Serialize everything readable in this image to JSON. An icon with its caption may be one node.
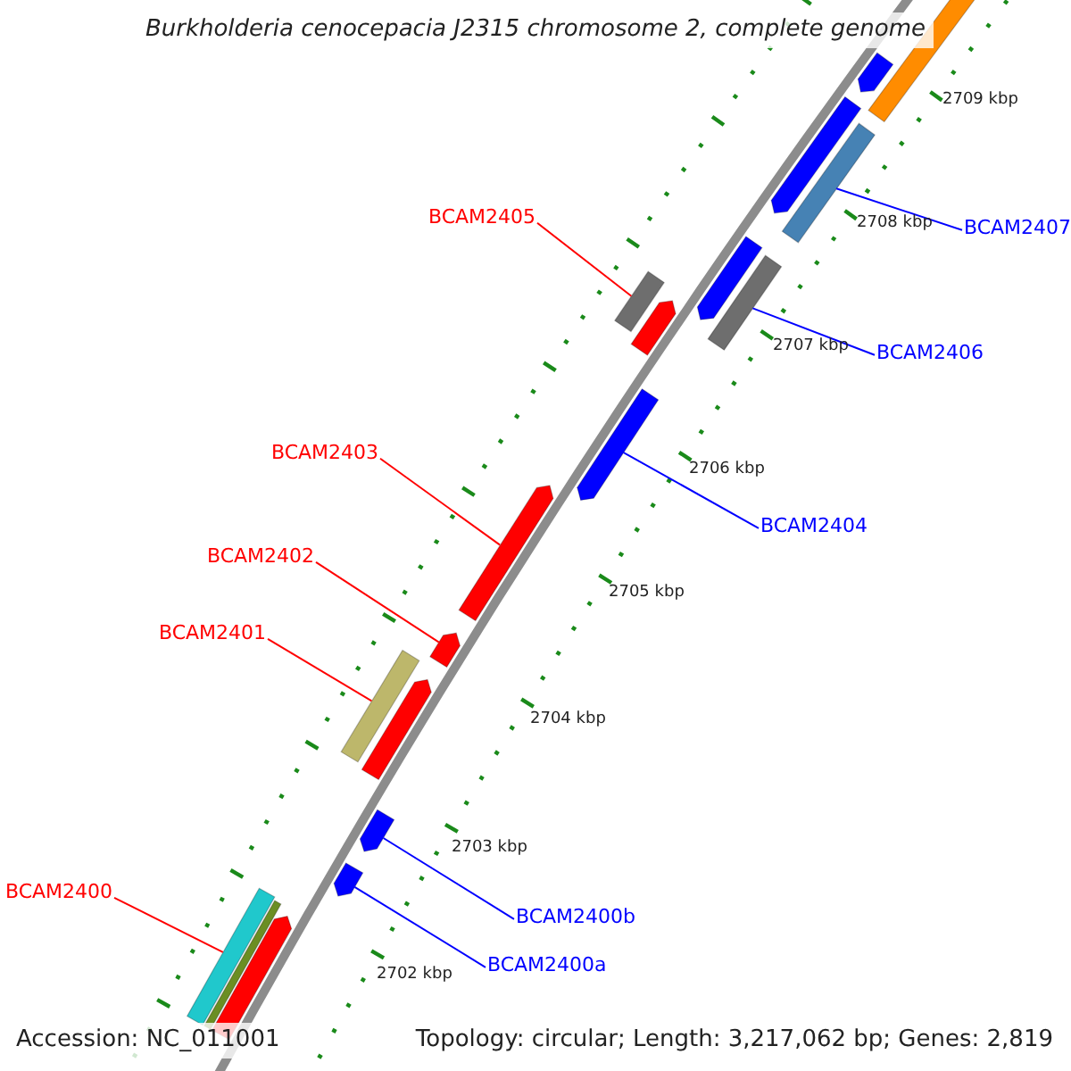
{
  "diagram": {
    "title": "Burkholderia cenocepacia J2315 chromosome 2, complete genome",
    "nodes": [
      {
        "text": [
          "BCAM2405"
        ]
      },
      {
        "text": [
          "BCAM2407"
        ]
      },
      {
        "text": [
          "BCAM2406"
        ]
      },
      {
        "text": [
          "BCAM2403"
        ]
      },
      {
        "text": [
          "BCAM2404"
        ]
      },
      {
        "text": [
          "BCAM2402"
        ]
      },
      {
        "text": [
          "BCAM2401"
        ]
      },
      {
        "text": [
          "BCAM2400"
        ]
      },
      {
        "text": [
          "BCAM2400b"
        ]
      },
      {
        "text": [
          "BCAM2400a"
        ]
      },
      {
        "text": [],
        "shape": "bar"
      },
      {
        "text": [],
        "shape": "bar"
      },
      {
        "text": [],
        "shape": "bar"
      },
      {
        "text": [],
        "shape": "bar"
      },
      {
        "text": [],
        "shape": "bar"
      },
      {
        "text": [],
        "shape": "bar"
      },
      {
        "text": [],
        "shape": "bar"
      },
      {
        "text": [],
        "shape": "bar"
      },
      {
        "text": [],
        "shape": "bar"
      },
      {
        "text": [],
        "shape": "bar"
      },
      {
        "text": [],
        "shape": "bar"
      },
      {
        "text": [],
        "shape": "bar"
      },
      {
        "text": [],
        "shape": "bar"
      },
      {
        "text": [],
        "shape": "bar"
      },
      {
        "text": [],
        "shape": "bar"
      },
      {
        "text": [],
        "shape": "bar"
      },
      {
        "text": [],
        "shape": "bar"
      },
      {
        "text": [],
        "shape": "bar"
      }
    ],
    "edges": [
      {
        "from": 0,
        "to": 10,
        "arrow": "none",
        "color": "#ff0000"
      },
      {
        "from": 1,
        "to": 11,
        "arrow": "none",
        "color": "#0000ff"
      },
      {
        "from": 2,
        "to": 12,
        "arrow": "none",
        "color": "#0000ff"
      },
      {
        "from": 3,
        "to": 13,
        "arrow": "none",
        "color": "#ff0000"
      },
      {
        "from": 4,
        "to": 14,
        "arrow": "none",
        "color": "#0000ff"
      },
      {
        "from": 5,
        "to": 15,
        "arrow": "none",
        "color": "#ff0000"
      },
      {
        "from": 6,
        "to": 16,
        "arrow": "none",
        "color": "#ff0000"
      },
      {
        "from": 7,
        "to": 17,
        "arrow": "none",
        "color": "#ff0000"
      },
      {
        "from": 8,
        "to": 18,
        "arrow": "none",
        "color": "#0000ff"
      },
      {
        "from": 9,
        "to": 19,
        "arrow": "none",
        "color": "#0000ff"
      }
    ],
    "labels": [
      "2709 kbp",
      "2708 kbp",
      "2707 kbp",
      "2706 kbp",
      "2705 kbp",
      "2704 kbp",
      "2703 kbp",
      "2702 kbp",
      "Accession: NC_011001",
      "Topology: circular; Length: 3,217,062 bp; Genes: 2,819"
    ]
  }
}
